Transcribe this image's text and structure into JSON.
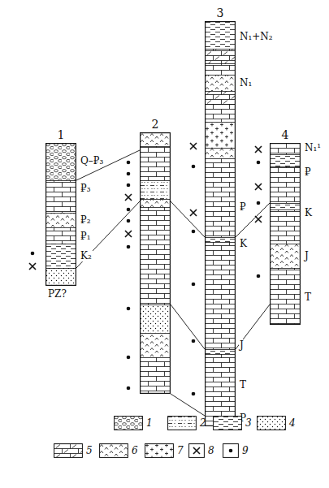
{
  "diagram": {
    "nodes": [
      {
        "text": [
          "1"
        ]
      },
      {
        "text": [
          "2"
        ]
      },
      {
        "text": [
          "3"
        ]
      },
      {
        "text": [
          "4"
        ]
      }
    ],
    "edges": [
      {
        "from": 0,
        "to": 1,
        "arrow": "none"
      },
      {
        "from": 0,
        "to": 1,
        "arrow": "none"
      },
      {
        "from": 1,
        "to": 2,
        "arrow": "none"
      },
      {
        "from": 1,
        "to": 2,
        "arrow": "none"
      },
      {
        "from": 1,
        "to": 2,
        "arrow": "none"
      },
      {
        "from": 2,
        "to": 3,
        "arrow": "none"
      },
      {
        "from": 2,
        "to": 3,
        "arrow": "none"
      }
    ],
    "labels": [
      "Q–₽₃",
      "₽₃",
      "₽₂",
      "₽₁",
      "K₂",
      "PZ?",
      "N₁+N₂",
      "N₁",
      "₽",
      "K",
      "J",
      "T",
      "P",
      "N₁¹",
      "₽",
      "K",
      "J",
      "T"
    ],
    "legend": [
      {
        "text": "1"
      },
      {
        "text": "2"
      },
      {
        "text": "3"
      },
      {
        "text": "4"
      },
      {
        "text": "5"
      },
      {
        "text": "6"
      },
      {
        "text": "7"
      },
      {
        "text": "8"
      },
      {
        "text": "9"
      }
    ]
  }
}
